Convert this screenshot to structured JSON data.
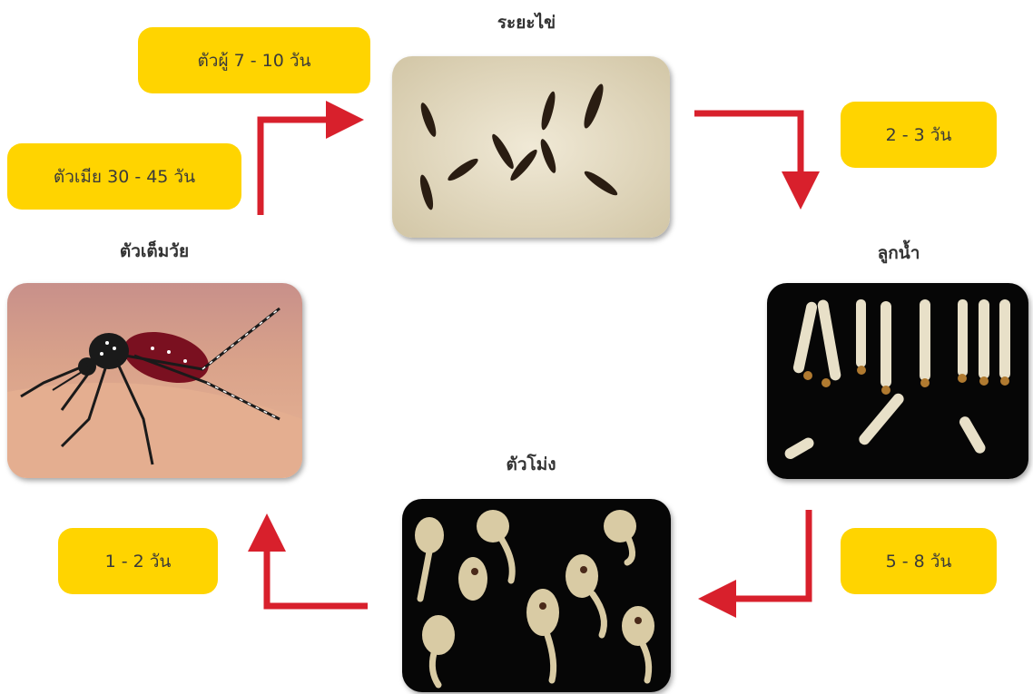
{
  "stages": {
    "egg": "ระยะไข่",
    "larva": "ลูกน้ำ",
    "pupa": "ตัวโม่ง",
    "adult": "ตัวเต็มวัย"
  },
  "durations": {
    "male_lifespan": "ตัวผู้ 7 - 10 วัน",
    "female_lifespan": "ตัวเมีย 30 - 45 วัน",
    "egg_to_larva": "2 - 3 วัน",
    "larva_to_pupa": "5 - 8 วัน",
    "pupa_to_adult": "1 - 2 วัน"
  },
  "colors": {
    "pill": "#ffd400",
    "arrow": "#d8202c"
  },
  "images": {
    "egg": "mosquito-eggs-photo",
    "larva": "mosquito-larvae-photo",
    "pupa": "mosquito-pupae-photo",
    "adult": "adult-mosquito-photo"
  }
}
